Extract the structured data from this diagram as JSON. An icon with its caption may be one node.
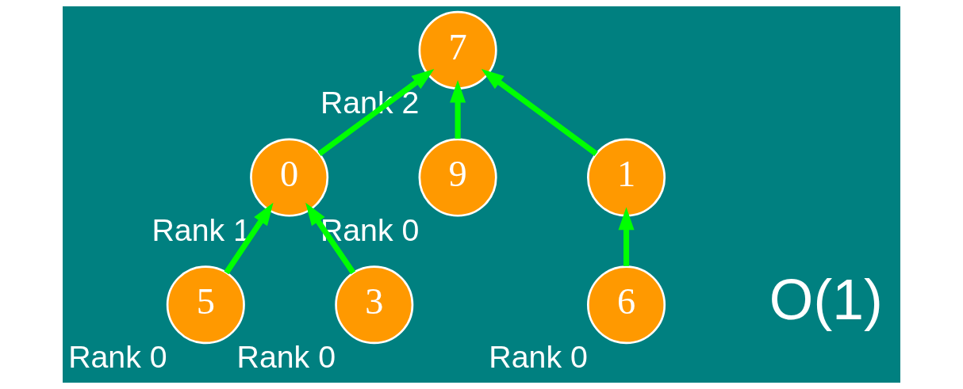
{
  "diagram": {
    "nodes": [
      {
        "text": [
          "7"
        ],
        "beside": [
          "Rank 2"
        ]
      },
      {
        "text": [
          "0"
        ],
        "beside": [
          "Rank 1"
        ]
      },
      {
        "text": [
          "9"
        ],
        "beside": [
          "Rank 0"
        ]
      },
      {
        "text": [
          "1"
        ]
      },
      {
        "text": [
          "6"
        ],
        "beside": [
          "Rank 0"
        ]
      },
      {
        "text": [
          "5"
        ],
        "beside": [
          "Rank 0"
        ]
      },
      {
        "text": [
          "3"
        ],
        "beside": [
          "Rank 0"
        ]
      }
    ],
    "edges": [
      {
        "from": 1,
        "to": 0,
        "arrow": "to"
      },
      {
        "from": 3,
        "to": 0,
        "arrow": "to"
      },
      {
        "from": 2,
        "to": 0,
        "arrow": "to"
      },
      {
        "from": 5,
        "to": 1,
        "arrow": "to"
      },
      {
        "from": 6,
        "to": 1,
        "arrow": "to"
      },
      {
        "from": 4,
        "to": 3,
        "arrow": "to"
      }
    ],
    "labels": [
      "O(1)"
    ]
  }
}
